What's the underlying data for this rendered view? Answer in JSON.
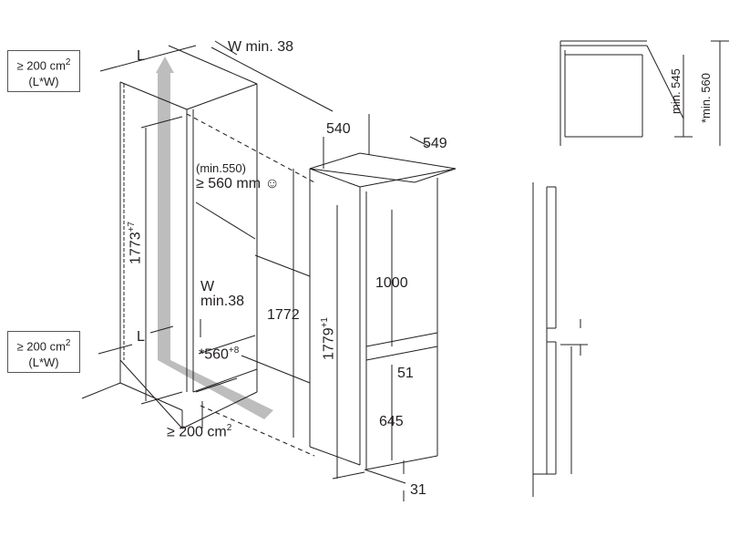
{
  "top_vent_box": {
    "line1": "≥ 200 cm",
    "sup": "2",
    "line2": "(L*W)"
  },
  "bottom_vent_box": {
    "line1": "≥ 200 cm",
    "sup": "2",
    "line2": "(L*W)"
  },
  "top_L": "L",
  "top_W": "W min. 38",
  "niche_depth_min": "(min.550)",
  "niche_depth": "≥ 560 mm ☺",
  "niche_height": {
    "value": "1773",
    "sup": "+7"
  },
  "bottom_W": {
    "line1": "W",
    "line2": "min.38"
  },
  "bottom_L": "L",
  "niche_width": {
    "value": "*560",
    "sup": "+8"
  },
  "plinth_vent": {
    "value": "≥ 200 cm",
    "sup": "2"
  },
  "height_1772": "1772",
  "appliance_height": {
    "value": "1779",
    "sup": "+1"
  },
  "width_540": "540",
  "depth_549": "549",
  "dim_1000": "1000",
  "dim_51": "51",
  "dim_645": "645",
  "dim_31": "31",
  "side_min_545": "min. 545",
  "side_min_560": "*min. 560",
  "colors": {
    "line": "#231f20",
    "airflow": "#b8b8b8"
  }
}
